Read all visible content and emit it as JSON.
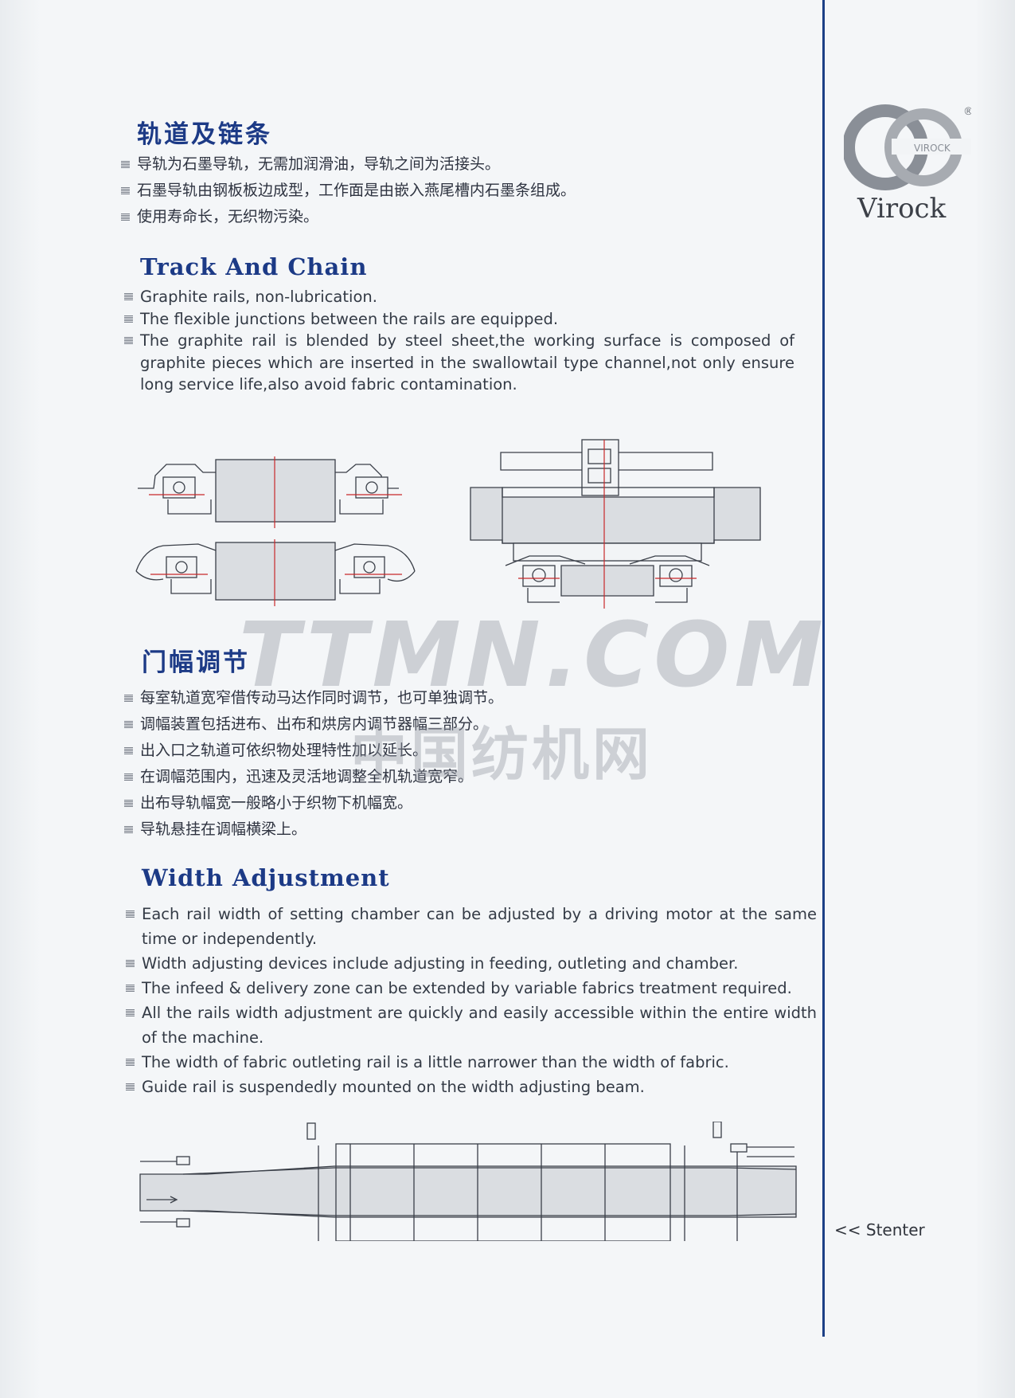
{
  "brand": {
    "name": "Virock",
    "mark_text": "VIROCK",
    "registered": "®"
  },
  "section_track": {
    "title_zh": "轨道及链条",
    "bullets_zh": [
      "导轨为石墨导轨，无需加润滑油，导轨之间为活接头。",
      "石墨导轨由钢板板边成型，工作面是由嵌入燕尾槽内石墨条组成。",
      "使用寿命长，无织物污染。"
    ],
    "title_en": "Track And Chain",
    "bullets_en": [
      "Graphite rails, non-lubrication.",
      "The flexible junctions between the rails are equipped.",
      "The graphite rail is blended by steel sheet,the working surface is composed of graphite pieces which are inserted in the swallowtail type channel,not only ensure long service life,also avoid fabric contamination."
    ]
  },
  "section_width": {
    "title_zh": "门幅调节",
    "bullets_zh": [
      "每室轨道宽窄借传动马达作同时调节，也可单独调节。",
      "调幅装置包括进布、出布和烘房内调节器幅三部分。",
      "出入口之轨道可依织物处理特性加以延长。",
      "在调幅范围内，迅速及灵活地调整全机轨道宽窄。",
      "出布导轨幅宽一般略小于织物下机幅宽。",
      "导轨悬挂在调幅横梁上。"
    ],
    "title_en": "Width Adjustment",
    "bullets_en": [
      "Each rail width of setting chamber can be adjusted by a driving motor at the same time or independently.",
      "Width adjusting devices include adjusting in feeding, outleting and chamber.",
      "The infeed & delivery zone can be extended by variable fabrics treatment required.",
      "All the rails width adjustment are quickly and easily accessible within the entire width of the machine.",
      "The width of fabric outleting rail is a little narrower than the width of fabric.",
      "Guide rail is suspendedly mounted on the width adjusting beam."
    ]
  },
  "watermark": {
    "en": "TTMN.COM",
    "zh": "中国纺机网"
  },
  "footer": {
    "tag": "<< Stenter"
  },
  "colors": {
    "heading": "#1c3a86",
    "side_rule": "#1c3f86",
    "body_text": "#2e3340",
    "red_line": "#c8282a"
  }
}
